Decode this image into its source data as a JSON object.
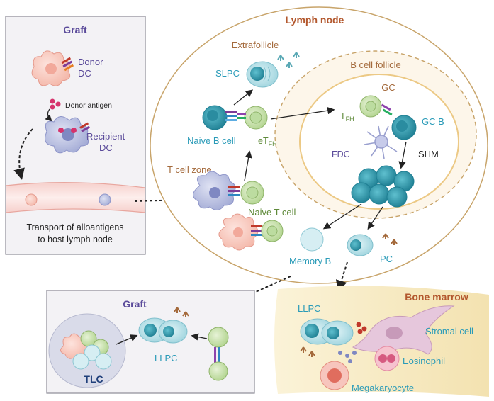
{
  "graft_panel": {
    "title": "Graft",
    "donor_dc": [
      "Donor",
      "DC"
    ],
    "donor_antigen": "Donor antigen",
    "recipient_dc": [
      "Recipient",
      "DC"
    ],
    "transport": [
      "Transport of alloantigens",
      "to host lymph node"
    ]
  },
  "lymph_node": {
    "title": "Lymph node",
    "extrafollicle": "Extrafollicle",
    "slpc": "SLPC",
    "naive_b": "Naive B cell",
    "etfh_main": "eT",
    "etfh_sub": "FH",
    "t_cell_zone": "T cell zone",
    "naive_t": "Naive T cell",
    "memory_b": "Memory B",
    "pc": "PC"
  },
  "follicle": {
    "title": "B cell follicle",
    "gc": "GC",
    "tfh_main": "T",
    "tfh_sub": "FH",
    "gcb": "GC B",
    "fdc": "FDC",
    "shm": "SHM"
  },
  "bone_marrow": {
    "title": "Bone marrow",
    "llpc": "LLPC",
    "stromal": "Stromal cell",
    "eosinophil": "Eosinophil",
    "megakaryocyte": "Megakaryocyte"
  },
  "graft_bottom": {
    "title": "Graft",
    "llpc": "LLPC",
    "tlc": "TLC"
  },
  "colors": {
    "title_purple": "#5a4a9a",
    "ln_title": "#b3582e",
    "cyan_text": "#2a9bb8",
    "brown_text": "#a46a3c",
    "ln_border": "#c8a46a",
    "cell_teal": "#3aa3b4",
    "cell_green": "#b9d89a"
  }
}
